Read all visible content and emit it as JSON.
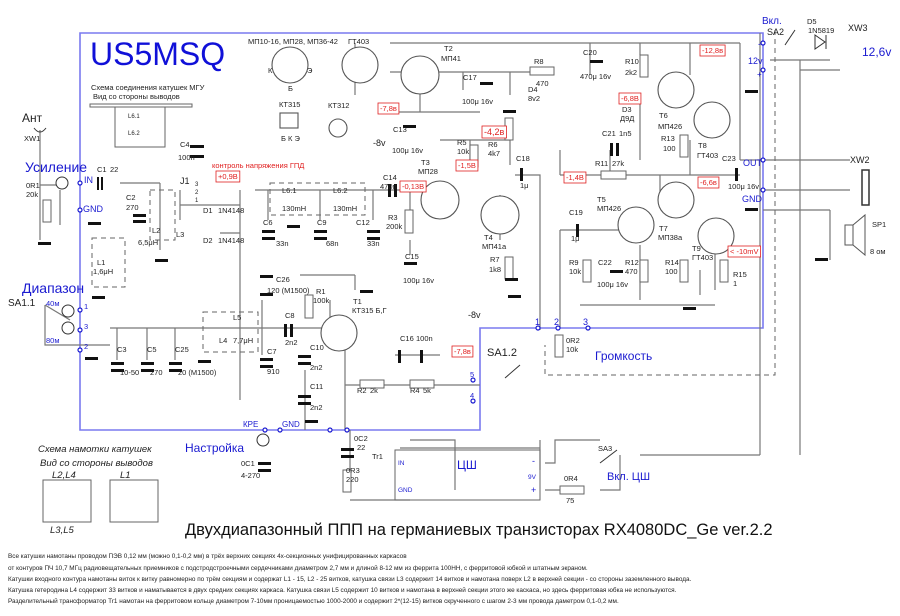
{
  "header": {
    "brand": "US5MSQ",
    "title": "Двухдиапазонный ППП на германиевых транзисторах RX4080DC_Ge ver.2.2"
  },
  "pinouts": {
    "types1": "МП10-16, МП28, МП36-42",
    "types2": "ГТ403",
    "kt315": "КТ315",
    "kt315_pins": "Б К Э",
    "kt312": "КТ312",
    "pin_k": "К",
    "pin_b": "Б",
    "pin_e": "Э"
  },
  "mgu_diagram": {
    "title": "Схема соединения катушек МГУ",
    "subtitle": "Вид со стороны выводов",
    "l61": "L6.1",
    "l62": "L6.2"
  },
  "winding_diagram": {
    "title": "Схема намотки катушек",
    "subtitle": "Вид со стороны выводов",
    "left_top": "L2,L4",
    "right_top": "L1",
    "left_bottom": "L3,L5"
  },
  "controls": {
    "gain": "Усиление",
    "band": "Диапазон",
    "tuning": "Настройка",
    "volume": "Громкость",
    "power": "Вкл.",
    "power_sw": "SA2",
    "noise_on": "Вкл. ЦШ",
    "noise_block": "ЦШ",
    "band_40": "40м",
    "band_80": "80м",
    "sa11": "SA1.1",
    "sa12": "SA1.2",
    "sa3": "SA3"
  },
  "ports": {
    "ant": "Ант",
    "xw1": "XW1",
    "in": "IN",
    "gnd": "GND",
    "out": "OUT",
    "kpe": "КРЕ",
    "xw2": "XW2",
    "xw3": "XW3",
    "sp1": "SP1",
    "sp1_val": "8 ом",
    "supply": "12,6v",
    "v12": "12v",
    "minus": "-",
    "plus": "+",
    "v9": "9V",
    "tr_in": "IN",
    "tr_gnd": "GND",
    "j1": "J1",
    "j1_3": "3",
    "j1_2": "2",
    "j1_1": "1",
    "pin1": "1",
    "pin2": "2",
    "pin3": "3",
    "pin4": "4",
    "pin5": "5",
    "neg8a": "-8v",
    "neg8b": "-8v"
  },
  "annotations": {
    "gpd_check": "контроль напряжения ГПД"
  },
  "voltages": {
    "v_gpd": "+0,9В",
    "v_t2": "-7,8в",
    "v_t3b": "-0,13В",
    "v_t3c": "-1,5В",
    "v_t4": "-4,2в",
    "v_supply": "-12,8в",
    "v_t6": "-6,8В",
    "v_t5": "-1,4В",
    "v_out": "-6,6в",
    "v_r15": "< -10mV",
    "v_sa12": "-7,8в"
  },
  "components": {
    "C1": [
      "C1",
      "22"
    ],
    "OR1": [
      "0R1",
      "20k"
    ],
    "C4": [
      "C4",
      "100n"
    ],
    "C2": [
      "C2",
      "270"
    ],
    "L2": [
      "L2",
      "6,5μH"
    ],
    "L3": [
      "L3",
      ""
    ],
    "D1": [
      "D1",
      "1N4148"
    ],
    "D2": [
      "D2",
      "1N4148"
    ],
    "L1": [
      "L1",
      "1,6μH"
    ],
    "L61": [
      "L6.1",
      "130mH"
    ],
    "L62": [
      "L6.2",
      "130mH"
    ],
    "C6": [
      "C6",
      "33n"
    ],
    "C9": [
      "C9",
      "68n"
    ],
    "C12": [
      "C12",
      "33n"
    ],
    "C14": [
      "C14",
      "470n"
    ],
    "R3": [
      "R3",
      "200k"
    ],
    "C15": [
      "C15",
      "100μ 16v"
    ],
    "T3": [
      "T3",
      "МП28"
    ],
    "R5": [
      "R5",
      "10k"
    ],
    "R6": [
      "R6",
      "4k7"
    ],
    "C18": [
      "C18",
      "1μ"
    ],
    "T4": [
      "T4",
      "МП41а"
    ],
    "R7": [
      "R7",
      "1k8"
    ],
    "T2": [
      "T2",
      "МП41"
    ],
    "C17": [
      "C17",
      "100μ 16v"
    ],
    "R8": [
      "R8",
      "470"
    ],
    "D4": [
      "D4",
      "8v2"
    ],
    "C20": [
      "C20",
      "470μ 16v"
    ],
    "C13": [
      "C13",
      "100μ 16v"
    ],
    "R10": [
      "R10",
      "2k2"
    ],
    "D3": [
      "D3",
      "Д9Д"
    ],
    "T6": [
      "T6",
      "МП426"
    ],
    "R13": [
      "R13",
      "100"
    ],
    "T8": [
      "T8",
      "ГТ403"
    ],
    "C21": [
      "C21",
      "1n5"
    ],
    "R11": [
      "R11",
      "27k"
    ],
    "C23": [
      "C23",
      "100μ 16v"
    ],
    "D5": [
      "D5",
      "1N5819"
    ],
    "C19": [
      "C19",
      "1μ"
    ],
    "T5": [
      "T5",
      "МП426"
    ],
    "C22": [
      "C22",
      "100μ 16v"
    ],
    "R9": [
      "R9",
      "10k"
    ],
    "R12": [
      "R12",
      "470"
    ],
    "T7": [
      "T7",
      "МП38а"
    ],
    "R14": [
      "R14",
      "100"
    ],
    "T9": [
      "T9",
      "ГТ403"
    ],
    "R15": [
      "R15",
      "1"
    ],
    "OR2": [
      "0R2",
      "10k"
    ],
    "C16": [
      "C16",
      "100n"
    ],
    "R2": [
      "R2",
      "2k"
    ],
    "R4": [
      "R4",
      "5k"
    ],
    "R1": [
      "R1",
      "100k"
    ],
    "T1": [
      "T1",
      "КТ315 Б,Г"
    ],
    "C26": [
      "C26",
      "120 (М1500)"
    ],
    "C8": [
      "C8",
      "2n2"
    ],
    "C10": [
      "C10",
      "2n2"
    ],
    "C11": [
      "C11",
      "2n2"
    ],
    "C7": [
      "C7",
      "910"
    ],
    "L5": [
      "L5",
      ""
    ],
    "L4": [
      "L4",
      "7,7μH"
    ],
    "C3": [
      "C3",
      "10-50"
    ],
    "C5": [
      "C5",
      "270"
    ],
    "C25": [
      "C25",
      "20 (М1500)"
    ],
    "OC1": [
      "0C1",
      "4-270"
    ],
    "OC2": [
      "0C2",
      "22"
    ],
    "Tr1": [
      "Tr1",
      ""
    ],
    "OR3": [
      "0R3",
      "220"
    ],
    "OR4": [
      "0R4",
      "75"
    ]
  },
  "notes": [
    "Все катушки намотаны проводом ПЭВ 0,12 мм (можно 0,1-0,2 мм) в трёх верхних секциях  4х-секционных унифицированных каркасов",
    "от контуров ПЧ 10,7 МГц радиовещательных приемников с подстродстроечными сердечниками диаметром 2,7 мм и длиной 8-12 мм из феррита 100НН,  с ферритовой юбкой и штатным экраном.",
    "Катушки входного контура намотаны виток к витку равномерно по трём секциям и содержат L1 - 15, L2 - 25 витков, катушка связи L3 содержит 14 витков и намотана поверх L2 в верхней секции - со стороны заземленного вывода.",
    "Катушка гетеродина L4 содержит 33 витков и наматывается в двух средних секциях каркаса. Катушка связи L5 содержит 10 витков и намотана в верхней секции этого же каскаса, но здесь ферритовая юбка не используются.",
    "Разделительный трансформатор Tr1 намотан на ферритовом кольце диаметром 7-10мм проницаемостью 1000-2000 и содержит 2*(12-15) витков  скрученного с шагом 2-3 мм провода даметром 0,1-0,2 мм."
  ],
  "colors": {
    "frame": "#7a7aef",
    "labels": "#1a1ad0",
    "voltages": "#e02020"
  }
}
